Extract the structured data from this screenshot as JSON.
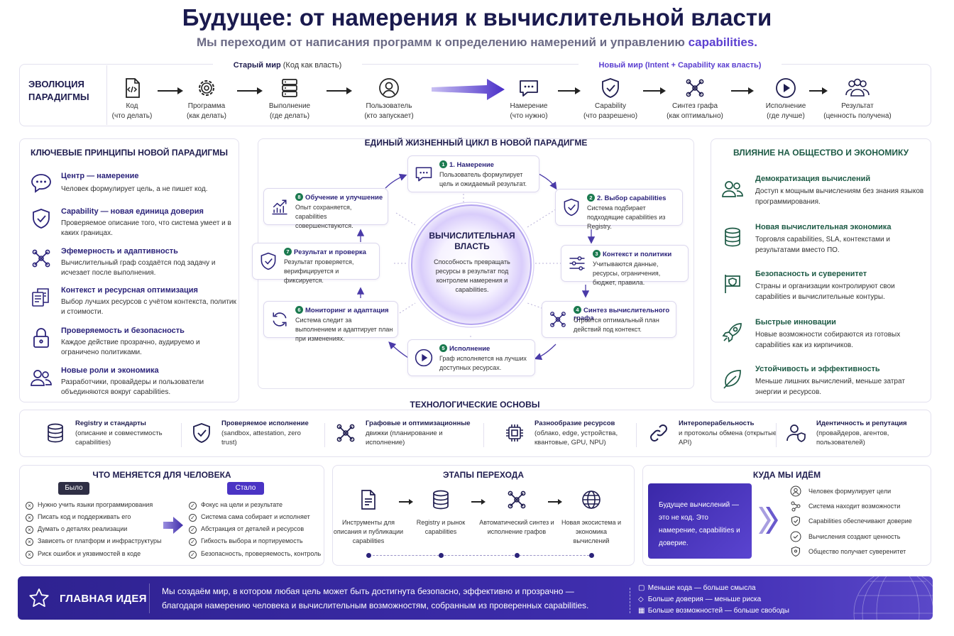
{
  "header": {
    "title": "Будущее: от намерения к вычислительной власти",
    "subtitle_main": "Мы переходим от написания программ к определению намерений и управлению",
    "subtitle_accent": "capabilities."
  },
  "evolution": {
    "label": "ЭВОЛЮЦИЯ ПАРАДИГМЫ",
    "old_world": "Старый мир",
    "old_world_note": "(Код как власть)",
    "new_world": "Новый мир (Intent + Capability как власть)",
    "old_steps": [
      {
        "title": "Код",
        "note": "(что делать)",
        "icon": "code-file-icon"
      },
      {
        "title": "Программа",
        "note": "(как делать)",
        "icon": "gear-icon"
      },
      {
        "title": "Выполнение",
        "note": "(где делать)",
        "icon": "server-icon"
      },
      {
        "title": "Пользователь",
        "note": "(кто запускает)",
        "icon": "user-icon"
      }
    ],
    "new_steps": [
      {
        "title": "Намерение",
        "note": "(что нужно)",
        "icon": "chat-icon"
      },
      {
        "title": "Capability",
        "note": "(что разрешено)",
        "icon": "shield-check-icon"
      },
      {
        "title": "Синтез графа",
        "note": "(как оптимально)",
        "icon": "graph-icon"
      },
      {
        "title": "Исполнение",
        "note": "(где лучше)",
        "icon": "play-icon"
      },
      {
        "title": "Результат",
        "note": "(ценность получена)",
        "icon": "users-icon"
      }
    ]
  },
  "principles": {
    "title": "КЛЮЧЕВЫЕ ПРИНЦИПЫ НОВОЙ ПАРАДИГМЫ",
    "items": [
      {
        "title": "Центр — намерение",
        "desc": "Человек формулирует цель, а не пишет код."
      },
      {
        "title": "Capability — новая единица доверия",
        "desc": "Проверяемое описание того, что система умеет и в каких границах."
      },
      {
        "title": "Эфемерность и адаптивность",
        "desc": "Вычислительный граф создаётся под задачу и исчезает после выполнения."
      },
      {
        "title": "Контекст и ресурсная оптимизация",
        "desc": "Выбор лучших ресурсов с учётом контекста, политик и стоимости."
      },
      {
        "title": "Проверяемость и безопасность",
        "desc": "Каждое действие прозрачно, аудируемо и ограничено политиками."
      },
      {
        "title": "Новые роли и экономика",
        "desc": "Разработчики, провайдеры и пользователи объединяются вокруг capabilities."
      }
    ]
  },
  "lifecycle": {
    "title": "ЕДИНЫЙ ЖИЗНЕННЫЙ ЦИКЛ В НОВОЙ ПАРАДИГМЕ",
    "center_title": "ВЫЧИСЛИТЕЛЬНАЯ ВЛАСТЬ",
    "center_desc": "Способность превращать ресурсы в результат под контролем намерения и capabilities.",
    "steps": [
      {
        "num": "1",
        "title": "1. Намерение",
        "desc": "Пользователь формулирует цель и ожидаемый результат."
      },
      {
        "num": "2",
        "title": "2. Выбор capabilities",
        "desc": "Система подбирает подходящие capabilities из Registry."
      },
      {
        "num": "3",
        "title": "Контекст и политики",
        "desc": "Учитываются данные, ресурсы, ограничения, бюджет, правила."
      },
      {
        "num": "4",
        "title": "Синтез вычислительного графа",
        "desc": "Строится оптимальный план действий под контекст."
      },
      {
        "num": "5",
        "title": "Исполнение",
        "desc": "Граф исполняется на лучших доступных ресурсах."
      },
      {
        "num": "6",
        "title": "Мониторинг и адаптация",
        "desc": "Система следит за выполнением и адаптирует план при изменениях."
      },
      {
        "num": "7",
        "title": "Результат и проверка",
        "desc": "Результат проверяется, верифицируется и фиксируется."
      },
      {
        "num": "8",
        "title": "Обучение и улучшение",
        "desc": "Опыт сохраняется, capabilities совершенствуются."
      }
    ]
  },
  "society": {
    "title": "ВЛИЯНИЕ НА ОБЩЕСТВО И ЭКОНОМИКУ",
    "items": [
      {
        "title": "Демократизация вычислений",
        "desc": "Доступ к мощным вычислениям без знания языков программирования."
      },
      {
        "title": "Новая вычислительная экономика",
        "desc": "Торговля capabilities, SLA, контекстами и результатами вместо ПО."
      },
      {
        "title": "Безопасность и суверенитет",
        "desc": "Страны и организации контролируют свои capabilities и вычислительные контуры."
      },
      {
        "title": "Быстрые инновации",
        "desc": "Новые возможности собираются из готовых capabilities как из кирпичиков."
      },
      {
        "title": "Устойчивость и эффективность",
        "desc": "Меньше лишних вычислений, меньше затрат энергии и ресурсов."
      }
    ]
  },
  "tech": {
    "title": "ТЕХНОЛОГИЧЕСКИЕ ОСНОВЫ",
    "items": [
      {
        "title": "Registry и стандарты",
        "desc": "(описание и совместимость capabilities)"
      },
      {
        "title": "Проверяемое исполнение",
        "desc": "(sandbox, attestation, zero trust)"
      },
      {
        "title": "Графовые и оптимизационные",
        "desc": "движки (планирование и исполнение)"
      },
      {
        "title": "Разнообразие ресурсов",
        "desc": "(облако, edge, устройства, квантовые, GPU, NPU)"
      },
      {
        "title": "Интероперабельность",
        "desc": "и протоколы обмена (открытые API)"
      },
      {
        "title": "Идентичность и репутация",
        "desc": "(провайдеров, агентов, пользователей)"
      }
    ]
  },
  "changes": {
    "title": "ЧТО МЕНЯЕТСЯ ДЛЯ ЧЕЛОВЕКА",
    "before_label": "Было",
    "after_label": "Стало",
    "before": [
      "Нужно учить языки программирования",
      "Писать код и поддерживать его",
      "Думать о деталях реализации",
      "Зависеть от платформ и инфраструктуры",
      "Риск ошибок и уязвимостей в коде"
    ],
    "after": [
      "Фокус на цели и результате",
      "Система сама собирает и исполняет",
      "Абстракция от деталей и ресурсов",
      "Гибкость выбора и портируемость",
      "Безопасность, проверяемость, контроль"
    ]
  },
  "stages": {
    "title": "ЭТАПЫ ПЕРЕХОДА",
    "items": [
      "Инструменты для описания и публикации capabilities",
      "Registry и рынок capabilities",
      "Автоматический синтез и исполнение графов",
      "Новая экосистема и экономика вычислений"
    ]
  },
  "where": {
    "title": "КУДА МЫ ИДЁМ",
    "box": "Будущее вычислений — это не код. Это намерение, capabilities и доверие.",
    "items": [
      "Человек формулирует цели",
      "Система находит возможности",
      "Capabilities обеспечивают доверие",
      "Вычисления создают ценность",
      "Общество получает суверенитет"
    ]
  },
  "footer": {
    "label": "ГЛАВНАЯ ИДЕЯ",
    "text": "Мы создаём мир, в котором любая цель может быть достигнута безопасно, эффективно и прозрачно — благодаря намерению человека и вычислительным возможностям, собранным из проверенных capabilities.",
    "points": [
      "Меньше кода — больше смысла",
      "Больше доверия — меньше риска",
      "Больше возможностей — больше свободы"
    ]
  },
  "colors": {
    "accent": "#5b3fd0",
    "navy": "#1f1d4f",
    "green": "#1b7a4f",
    "footer_bg": "#3b2aa0"
  }
}
